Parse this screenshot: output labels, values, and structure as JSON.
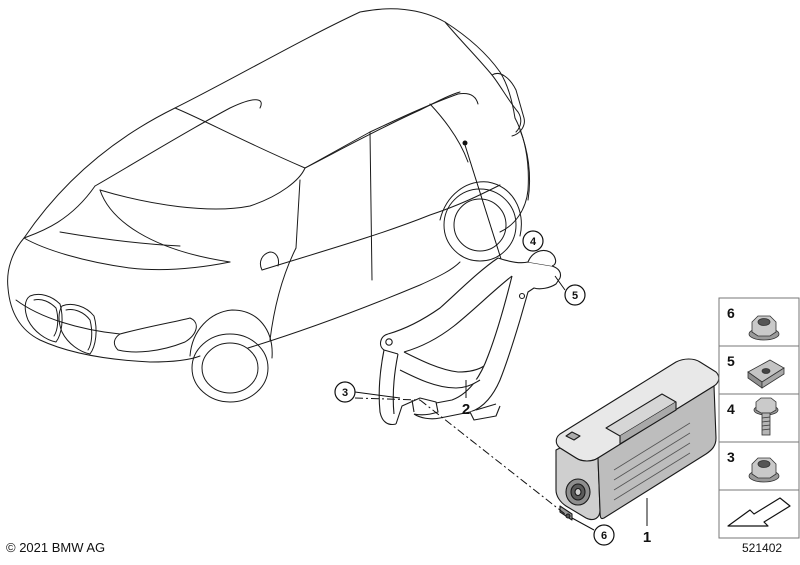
{
  "diagram": {
    "copyright": "© 2021 BMW AG",
    "document_number": "521402",
    "part_labels": {
      "control_unit": "1",
      "bracket": "2"
    },
    "callouts": {
      "c3": "3",
      "c4": "4",
      "c5": "5",
      "c6": "6"
    },
    "legend": [
      {
        "number": "6",
        "part_icon": "hex-flange-nut-icon"
      },
      {
        "number": "5",
        "part_icon": "speed-nut-clip-icon"
      },
      {
        "number": "4",
        "part_icon": "hex-bolt-icon"
      },
      {
        "number": "3",
        "part_icon": "hex-flange-nut-icon"
      }
    ],
    "legend_last_icon": "arrow-down-left-icon"
  }
}
